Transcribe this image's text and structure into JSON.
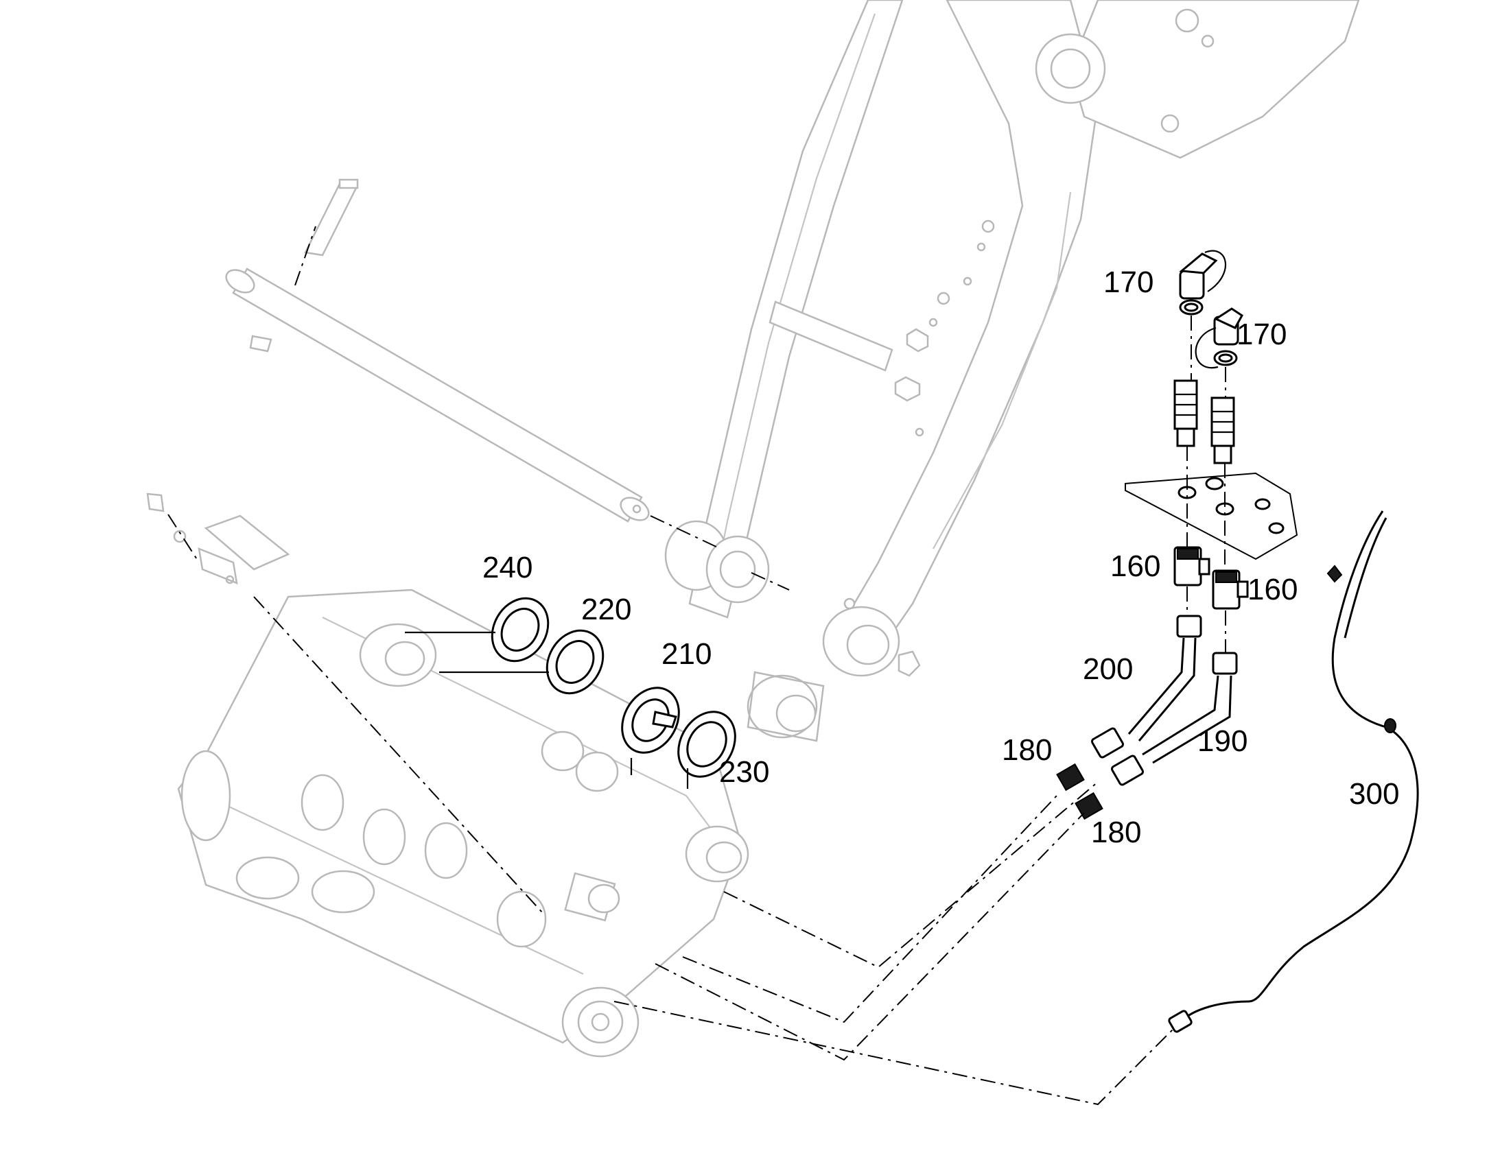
{
  "diagram": {
    "callouts": [
      {
        "id": "c170a",
        "label": "170"
      },
      {
        "id": "c170b",
        "label": "170"
      },
      {
        "id": "c160a",
        "label": "160"
      },
      {
        "id": "c160b",
        "label": "160"
      },
      {
        "id": "c200",
        "label": "200"
      },
      {
        "id": "c190",
        "label": "190"
      },
      {
        "id": "c180a",
        "label": "180"
      },
      {
        "id": "c180b",
        "label": "180"
      },
      {
        "id": "c300",
        "label": "300"
      },
      {
        "id": "c240",
        "label": "240"
      },
      {
        "id": "c220",
        "label": "220"
      },
      {
        "id": "c210",
        "label": "210"
      },
      {
        "id": "c230",
        "label": "230"
      }
    ]
  }
}
